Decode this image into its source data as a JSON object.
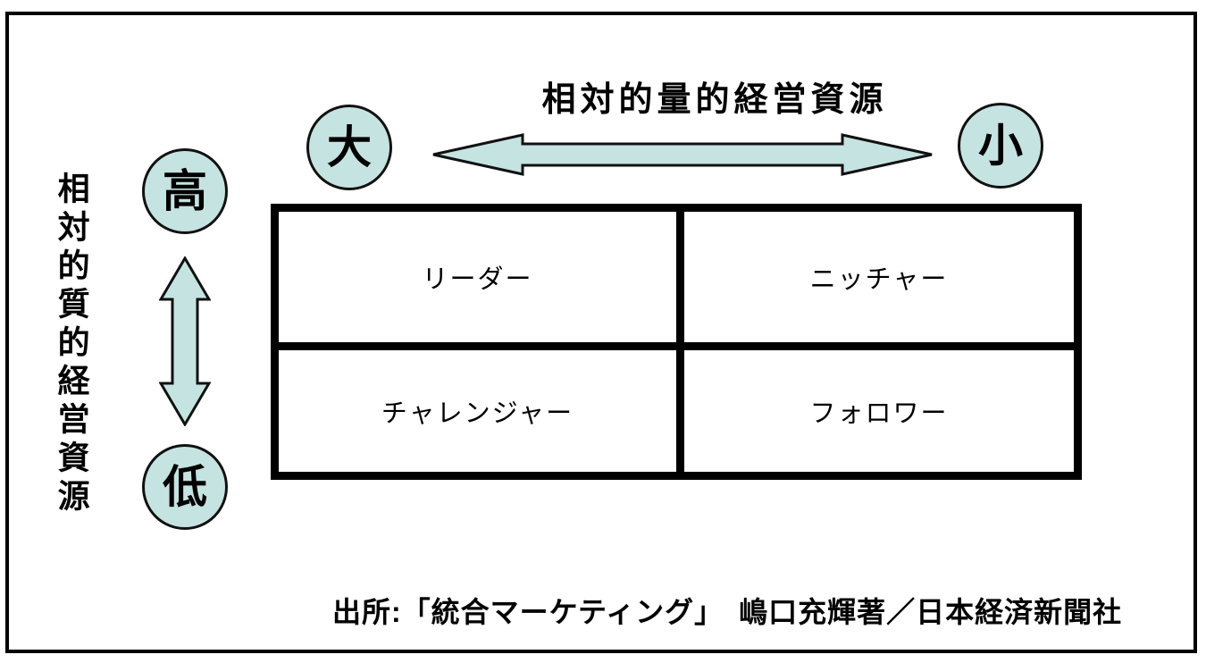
{
  "diagram": {
    "top_axis": {
      "label": "相対的量的経営資源",
      "left_pole": "大",
      "right_pole": "小"
    },
    "left_axis": {
      "label": "相対的質的経営資源",
      "top_pole": "高",
      "bottom_pole": "低"
    },
    "matrix": {
      "rows": [
        {
          "cells": [
            "リーダー",
            "ニッチャー"
          ]
        },
        {
          "cells": [
            "チャレンジャー",
            "フォロワー"
          ]
        }
      ]
    },
    "caption": "出所:「統合マーケティング」　嶋口充輝著／日本経済新聞社",
    "colors": {
      "fill": "#c5e3e1",
      "outline": "#111111"
    }
  }
}
